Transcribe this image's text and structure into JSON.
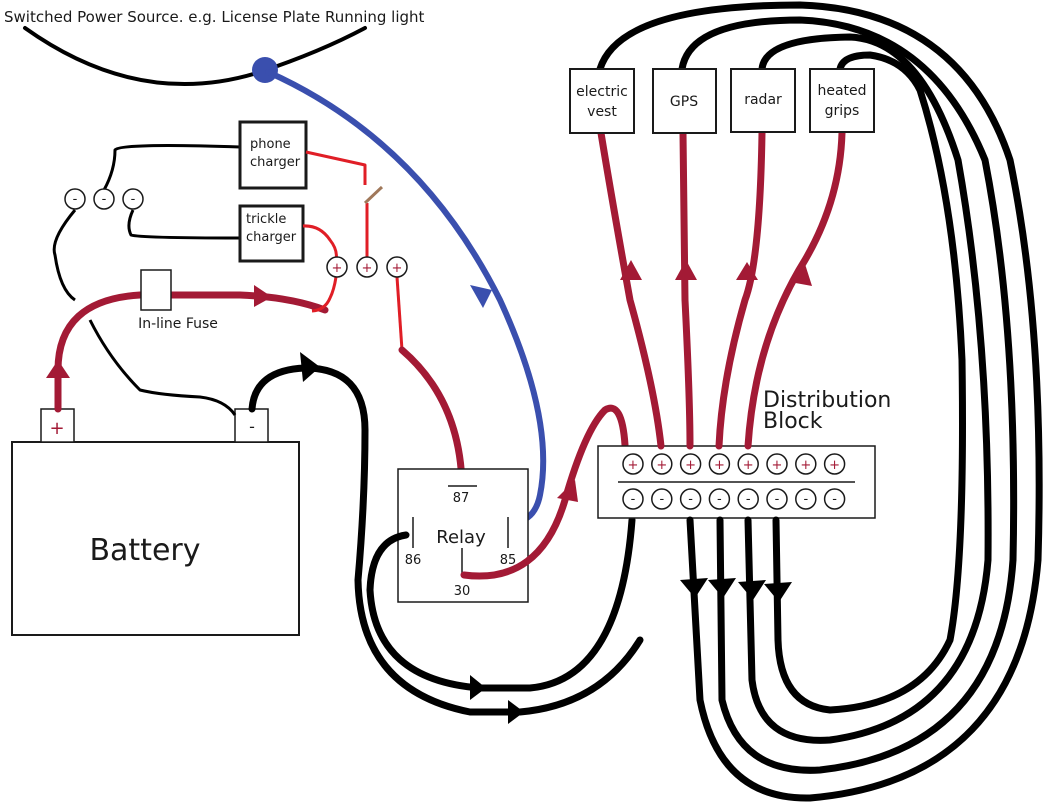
{
  "title": "Switched Power Source. e.g. License Plate Running light",
  "battery": {
    "label": "Battery",
    "positive": "+",
    "negative": "-"
  },
  "fuse": {
    "label": "In-line Fuse"
  },
  "relay": {
    "label": "Relay",
    "pins": {
      "p87": "87",
      "p86": "86",
      "p85": "85",
      "p30": "30"
    }
  },
  "distribution_block": {
    "label_line1": "Distribution",
    "label_line2": "Block",
    "positive_terminals": [
      "+",
      "+",
      "+",
      "+",
      "+",
      "+",
      "+",
      "+"
    ],
    "negative_terminals": [
      "-",
      "-",
      "-",
      "-",
      "-",
      "-",
      "-",
      "-"
    ]
  },
  "accessories": [
    {
      "line1": "electric",
      "line2": "vest"
    },
    {
      "line1": "GPS",
      "line2": ""
    },
    {
      "line1": "radar",
      "line2": ""
    },
    {
      "line1": "heated",
      "line2": "grips"
    }
  ],
  "chargers": [
    {
      "line1": "phone",
      "line2": "charger"
    },
    {
      "line1": "trickle",
      "line2": "charger"
    }
  ],
  "aux_negative_terminals": [
    "-",
    "-",
    "-"
  ],
  "aux_positive_terminals": [
    "+",
    "+",
    "+"
  ],
  "colors": {
    "positive_wire": "#a31a35",
    "negative_wire": "#000000",
    "switched_wire": "#3a4fae",
    "hand_drawn_red": "#e01e26"
  }
}
